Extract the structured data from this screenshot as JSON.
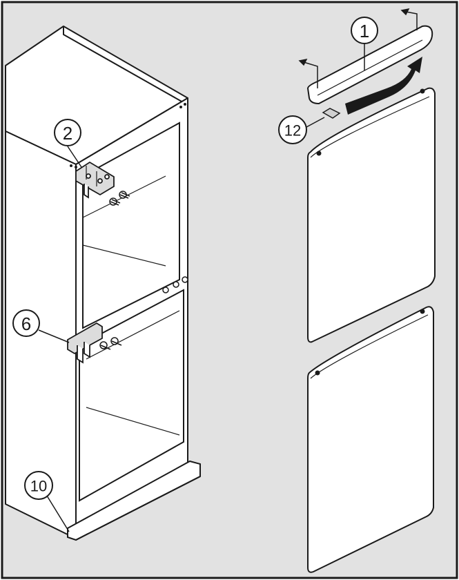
{
  "callouts": [
    {
      "id": "1",
      "label": "1"
    },
    {
      "id": "2",
      "label": "2"
    },
    {
      "id": "6",
      "label": "6"
    },
    {
      "id": "10",
      "label": "10"
    },
    {
      "id": "12",
      "label": "12"
    }
  ],
  "colors": {
    "background": "#e2e2e2",
    "line": "#1a1a1a",
    "door_fill": "#e9e9e9",
    "panel_fill": "#ffffff",
    "arrow_fill": "#1a1a1a"
  }
}
